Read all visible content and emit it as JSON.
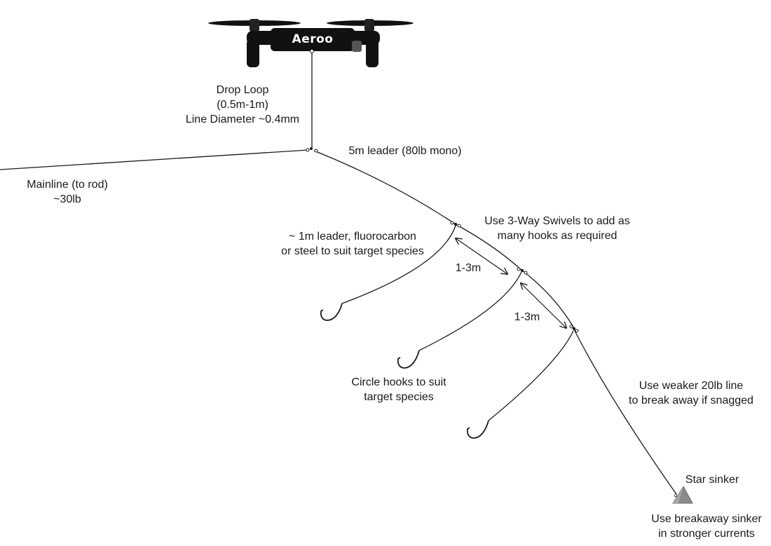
{
  "drone": {
    "brand": "Aeroo"
  },
  "labels": {
    "drop_loop": [
      "Drop Loop",
      "(0.5m-1m)",
      "Line Diameter ~0.4mm"
    ],
    "leader": "5m leader (80lb mono)",
    "mainline": [
      "Mainline (to rod)",
      "~30lb"
    ],
    "swivels": [
      "Use 3-Way Swivels to add as",
      "many hooks as required"
    ],
    "snood": [
      "~ 1m leader, fluorocarbon",
      "or steel to suit target species"
    ],
    "spacing_1": "1-3m",
    "spacing_2": "1-3m",
    "hooks": [
      "Circle hooks to suit",
      "target species"
    ],
    "weak_line": [
      "Use weaker 20lb line",
      "to break away if snagged"
    ],
    "sinker": "Star sinker",
    "breakaway": [
      "Use breakaway sinker",
      "in stronger currents"
    ]
  },
  "colors": {
    "line": "#1a1a1a",
    "drone_body": "#111111",
    "sinker": "#8a8a8a",
    "text": "#1a1a1a"
  }
}
